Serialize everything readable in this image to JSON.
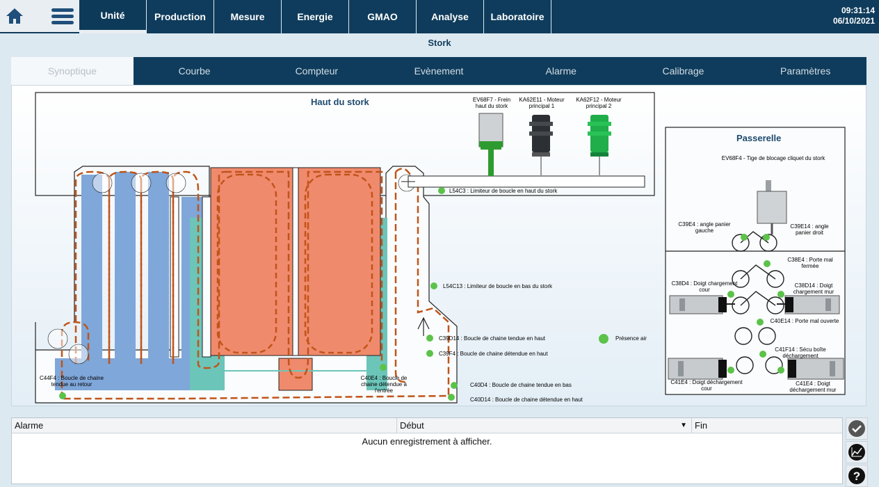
{
  "clock": {
    "time": "09:31:14",
    "date": "06/10/2021"
  },
  "nav": [
    "Unité",
    "Production",
    "Mesure",
    "Energie",
    "GMAO",
    "Analyse",
    "Laboratoire"
  ],
  "page_title": "Stork",
  "tabs": [
    "Synoptique",
    "Courbe",
    "Compteur",
    "Evènement",
    "Alarme",
    "Calibrage",
    "Paramètres"
  ],
  "synoptic": {
    "haut_title": "Haut du stork",
    "passerelle_title": "Passerelle",
    "labels": {
      "ev68f7": "EV68F7 - Frein haut du stork",
      "ka62e11": "KA62E11 - Moteur principal 1",
      "ka62f12": "KA62F12 - Moteur principal 2",
      "l54c3": "L54C3 : Limiteur de boucle en haut du stork",
      "l54c13": "L54C13 : Limiteur de boucle en bas du stork",
      "c39d14": "C39D14 : Boucle de chaine tendue en haut",
      "c39f4": "C39F4 : Boucle de chaine détendue en haut",
      "presence_air": "Présence air",
      "c40d4": "C40D4 : Boucle de chaine tendue en bas",
      "c40d14": "C40D14 : Boucle de chaine détendue en haut",
      "c44f4": "C44F4 : Boucle de chaine tendue au retour",
      "c40e4": "C40E4 : Boucle de chaine détendue à l'entrée",
      "ev68f4": "EV68F4 - Tige de blocage cliquet du stork",
      "c39e4": "C39E4 : angle panier gauche",
      "c39e14": "C39E14 : angle panier droit",
      "c38e4": "C38E4 : Porte mal fermée",
      "c38d4": "C38D4 : Doigt chargement cour",
      "c38d14": "C38D14 : Doigt chargement mur",
      "c40e14": "C40E14 : Porte mal ouverte",
      "c41f14": "C41F14 : Sécu boîte déchargement",
      "c41e4_left": "C41E4 : Doigt déchargement cour",
      "c41e4_right": "C41E4 : Doigt déchargement mur"
    }
  },
  "alarm_table": {
    "columns": [
      "Alarme",
      "Début",
      "Fin"
    ],
    "empty_message": "Aucun enregistrement à afficher."
  },
  "colors": {
    "navy": "#0f3c5c",
    "blue_tank": "#7fa7d9",
    "orange_tank": "#f08a6c",
    "teal": "#6cc5b9",
    "sensor_green": "#5cc24a",
    "chain": "#c0541a"
  }
}
